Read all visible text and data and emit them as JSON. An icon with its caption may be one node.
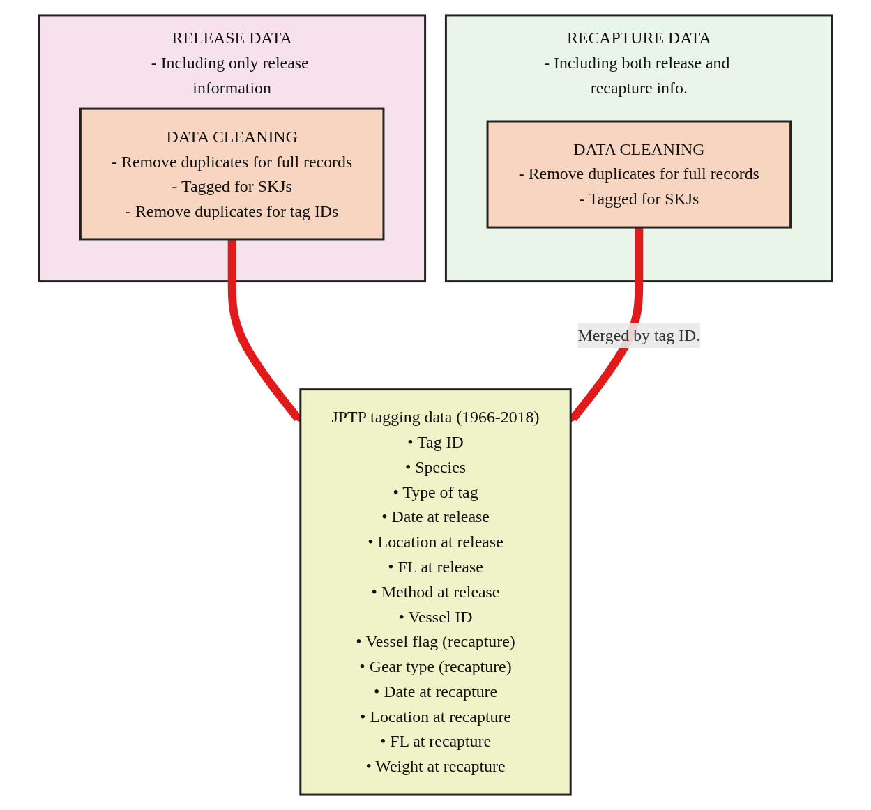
{
  "diagram": {
    "nodes": [
      {
        "text": [
          "RELEASE DATA",
          "- Including only release information"
        ]
      },
      {
        "text": [
          "DATA CLEANING",
          "- Remove duplicates for full records",
          "- Tagged for SKJs",
          "- Remove duplicates for tag IDs"
        ],
        "in": 0
      },
      {
        "text": [
          "RECAPTURE DATA",
          "- Including both release and recapture info."
        ]
      },
      {
        "text": [
          "DATA CLEANING",
          "- Remove duplicates for full records",
          "- Tagged for SKJs"
        ],
        "in": 2
      },
      {
        "text": [
          "JPTP tagging data (1966-2018)",
          "• Tag ID",
          "• Species",
          "• Type of tag",
          "• Date at release",
          "• Location at release",
          "• FL at release",
          "• Method at release",
          "• Vessel ID",
          "• Vessel flag (recapture)",
          "• Gear type (recapture)",
          "• Date at recapture",
          "• Location at recapture",
          "• FL at recapture",
          "• Weight at recapture"
        ]
      }
    ],
    "edges": [
      {
        "from": 1,
        "to": 4,
        "arrow": "to"
      },
      {
        "from": 3,
        "to": 4,
        "arrow": "to",
        "label": "Merged by tag ID."
      }
    ]
  }
}
